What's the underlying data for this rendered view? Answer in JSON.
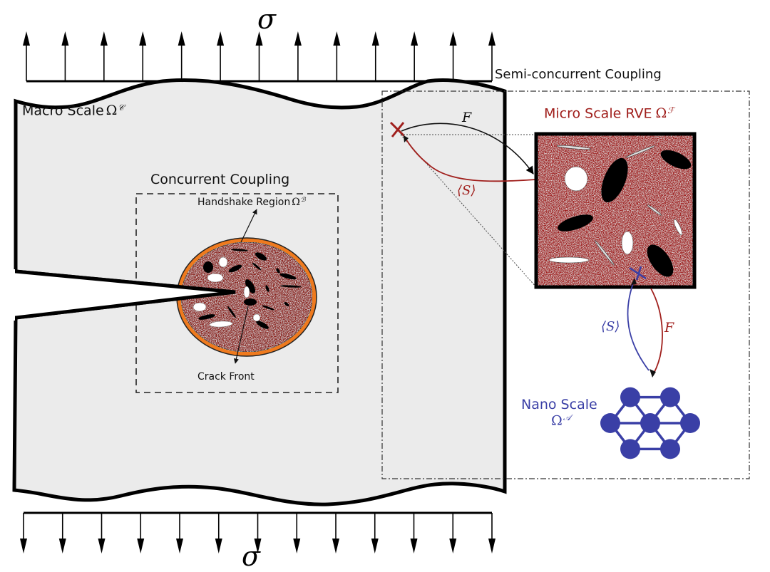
{
  "figure": {
    "stress_top": {
      "symbol": "σ",
      "arrow_count": 13,
      "direction": "up"
    },
    "stress_bottom": {
      "symbol": "σ",
      "arrow_count": 13,
      "direction": "down"
    },
    "macro": {
      "label": "Macro Scale",
      "omega": "Ω",
      "superscript": "𝒞",
      "fill_color": "#ebebeb"
    },
    "concurrent": {
      "title": "Concurrent Coupling",
      "handshake_label": "Handshake Region",
      "handshake_omega": "Ω",
      "handshake_superscript": "ℬ",
      "crack_front_label": "Crack Front",
      "ring_color": "#ef7a1e",
      "matrix_color": "#8a1a18"
    },
    "semi_concurrent": {
      "title": "Semi-concurrent Coupling",
      "micro_label": "Micro Scale RVE",
      "micro_omega": "Ω",
      "micro_superscript": "ℱ",
      "micro_color": "#a01f1c",
      "forward_label": "F",
      "back_label": "⟨S⟩",
      "nano_label": "Nano Scale",
      "nano_omega": "Ω",
      "nano_superscript": "𝒜",
      "nano_color": "#3a3fa6",
      "nano_forward_label": "F",
      "nano_back_label": "⟨S⟩"
    }
  }
}
